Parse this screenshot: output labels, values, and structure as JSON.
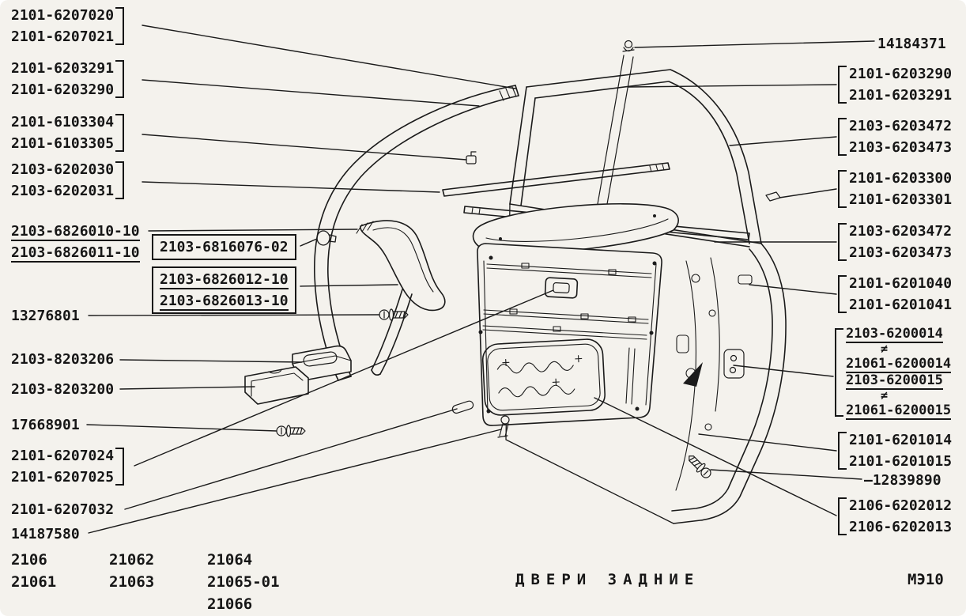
{
  "page": {
    "background_color": "#f4f2ed",
    "ink_color": "#161616"
  },
  "left_labels": [
    {
      "lines": [
        "2101-6207020",
        "2101-6207021"
      ]
    },
    {
      "lines": [
        "2101-6203291",
        "2101-6203290"
      ]
    },
    {
      "lines": [
        "2101-6103304",
        "2101-6103305"
      ]
    },
    {
      "lines": [
        "2103-6202030",
        "2103-6202031"
      ]
    },
    {
      "lines": [
        "2103-6826010-10",
        "2103-6826011-10"
      ]
    },
    {
      "lines": [
        "2103-6816076-02"
      ]
    },
    {
      "lines": [
        "2103-6826012-10",
        "2103-6826013-10"
      ]
    },
    {
      "lines": [
        "13276801"
      ]
    },
    {
      "lines": [
        "2103-8203206"
      ]
    },
    {
      "lines": [
        "2103-8203200"
      ]
    },
    {
      "lines": [
        "17668901"
      ]
    },
    {
      "lines": [
        "2101-6207024",
        "2101-6207025"
      ]
    },
    {
      "lines": [
        "2101-6207032"
      ]
    },
    {
      "lines": [
        "14187580"
      ]
    }
  ],
  "right_labels": [
    {
      "lines": [
        "14184371"
      ]
    },
    {
      "lines": [
        "2101-6203290",
        "2101-6203291"
      ]
    },
    {
      "lines": [
        "2103-6203472",
        "2103-6203473"
      ]
    },
    {
      "lines": [
        "2101-6203300",
        "2101-6203301"
      ]
    },
    {
      "lines": [
        "2103-6203472",
        "2103-6203473"
      ]
    },
    {
      "lines": [
        "2101-6201040",
        "2101-6201041"
      ]
    },
    {
      "lines": [
        "2103-6200014",
        "≠",
        "21061-6200014",
        "2103-6200015",
        "≠",
        "21061-6200015"
      ]
    },
    {
      "lines": [
        "2101-6201014",
        "2101-6201015"
      ]
    },
    {
      "lines": [
        "—12839890"
      ]
    },
    {
      "lines": [
        "2106-6202012",
        "2106-6202013"
      ]
    }
  ],
  "footer": {
    "model_col1": [
      "2106",
      "21061"
    ],
    "model_col2": [
      "21062",
      "21063"
    ],
    "model_col3": [
      "21064",
      "21065-01",
      "21066"
    ],
    "title": "ДВЕРИ ЗАДНИЕ",
    "sheet_code": "МЭ10"
  }
}
